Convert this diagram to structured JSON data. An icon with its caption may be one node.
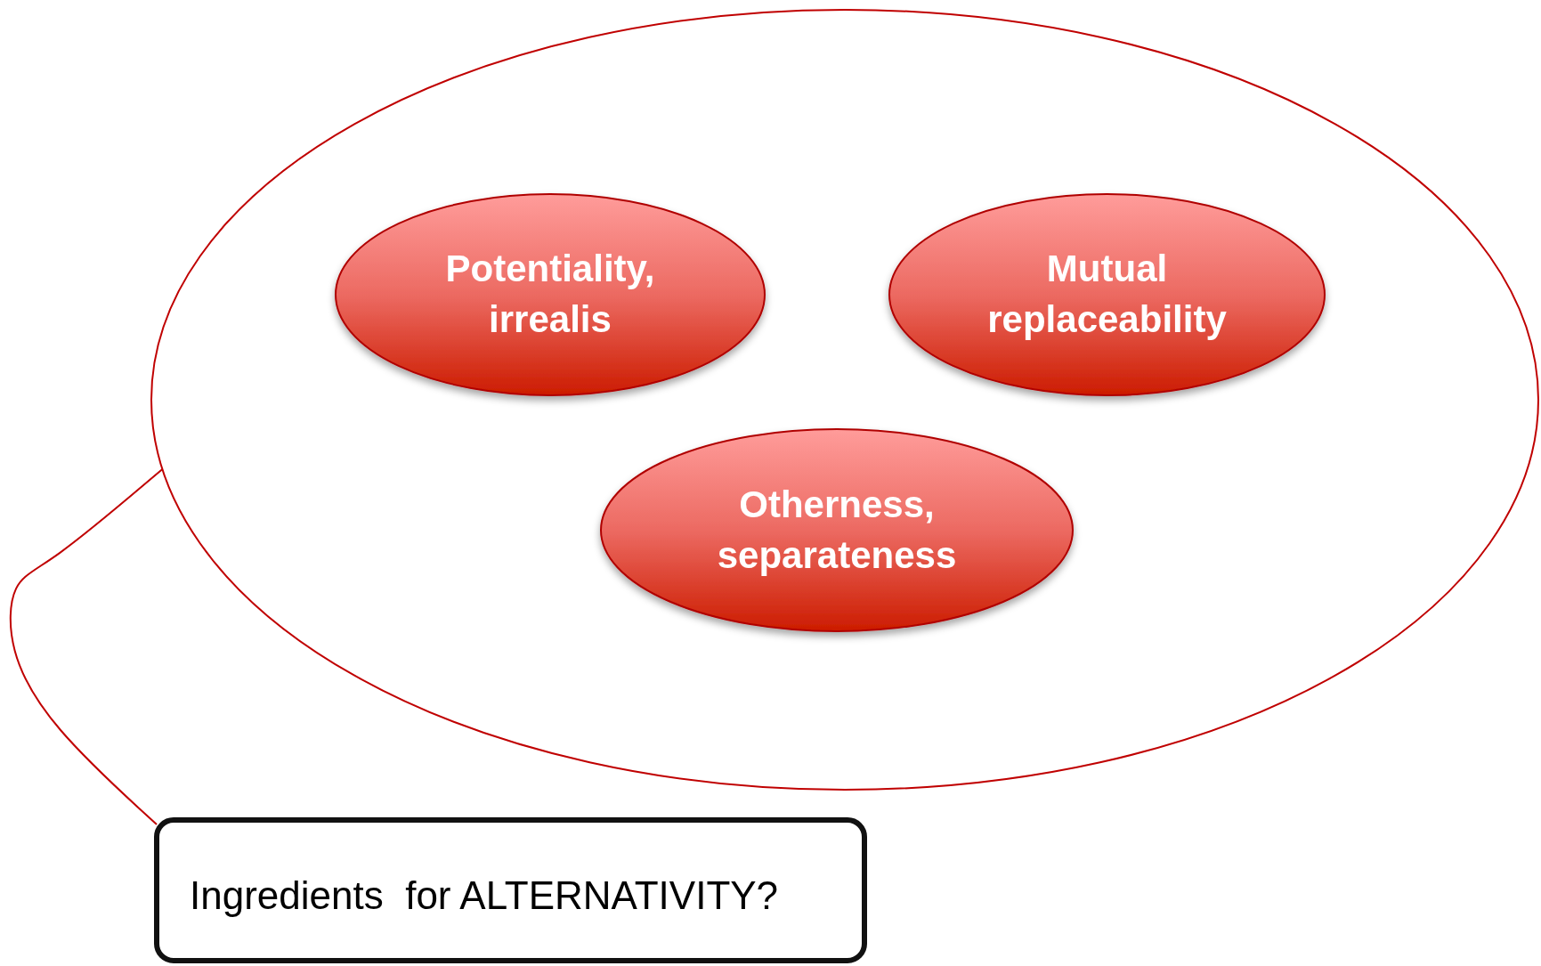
{
  "diagram": {
    "nodes": [
      {
        "text": [],
        "shape": "ellipse"
      },
      {
        "text": [
          "Potentiality, irrealis"
        ],
        "in": 0
      },
      {
        "text": [
          "Mutual replaceability"
        ],
        "in": 0
      },
      {
        "text": [
          "Otherness, separateness"
        ],
        "in": 0
      },
      {
        "text": [
          "Ingredients  for ALTERNATIVITY?"
        ]
      }
    ],
    "edges": [
      {
        "from": 4,
        "to": 0,
        "arrow": "none"
      }
    ]
  }
}
